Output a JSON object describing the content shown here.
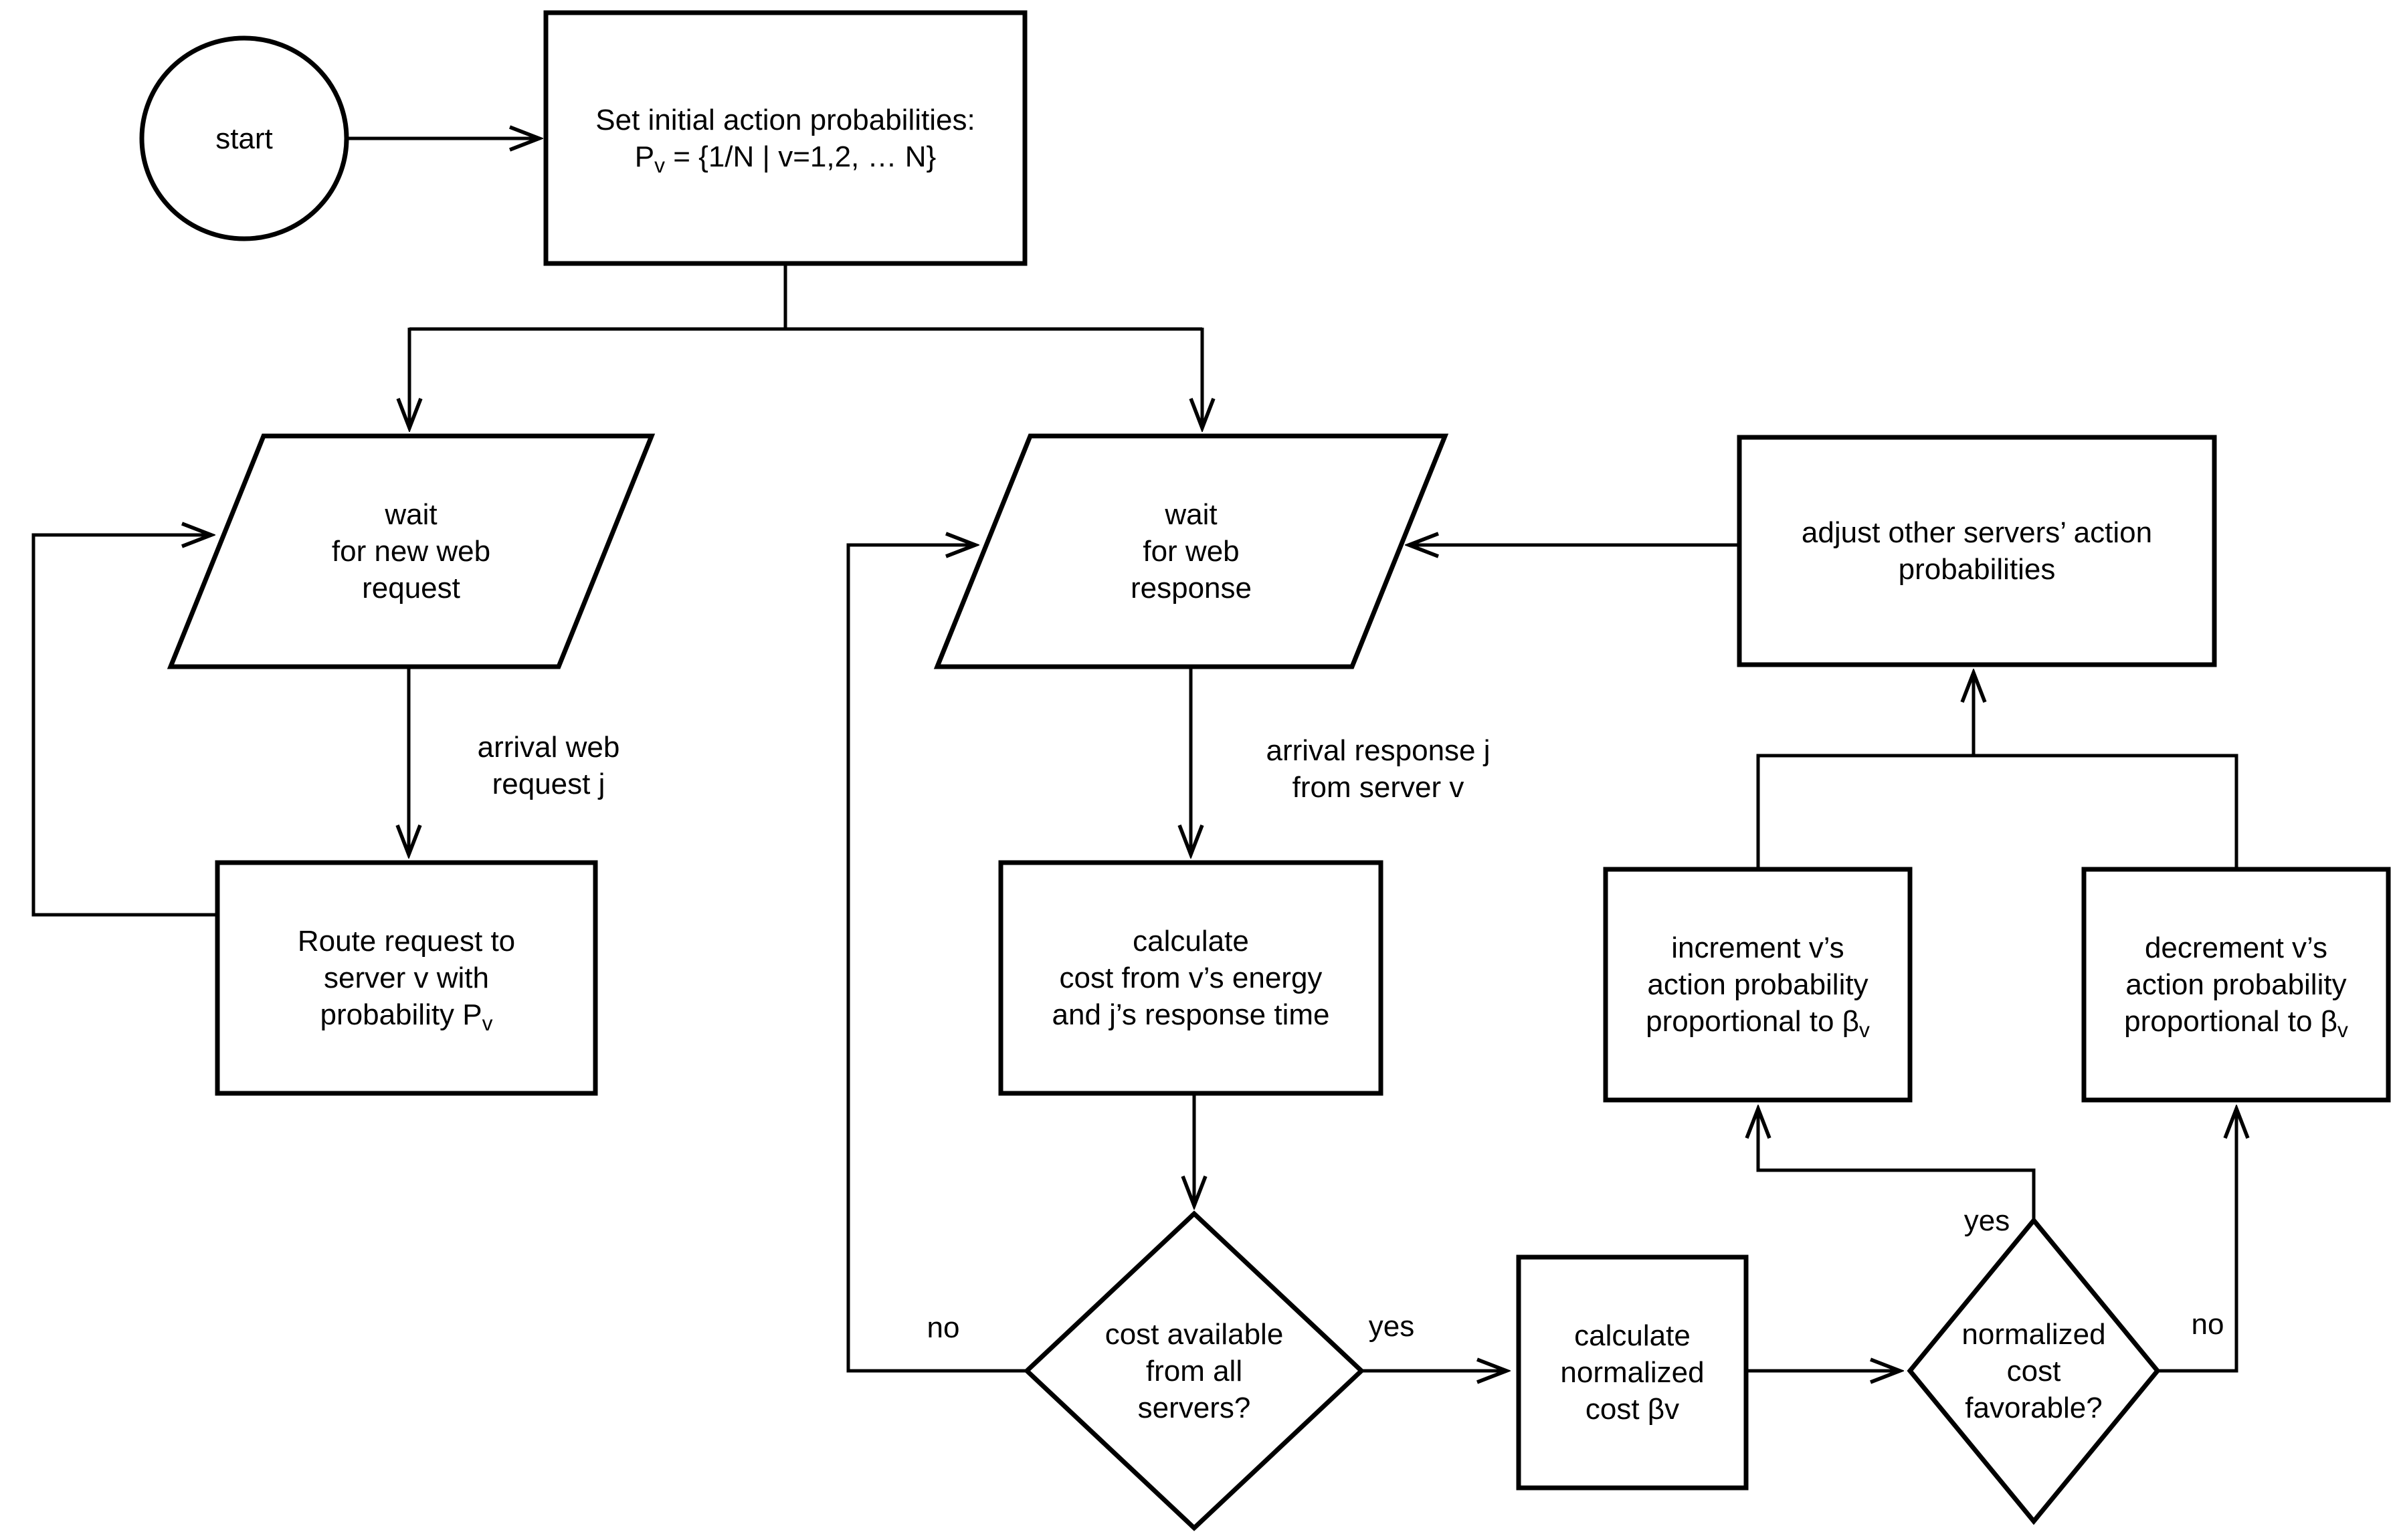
{
  "diagram": {
    "title_semantic": "web request routing / learning automaton flowchart",
    "colors": {
      "background": "#ffffff",
      "ink": "#000000"
    },
    "nodes": {
      "start": {
        "shape": "ellipse",
        "label": "start"
      },
      "init": {
        "shape": "rect",
        "lines": [
          "Set initial action probabilities:",
          "P_v = {1/N | v=1,2, … N}"
        ]
      },
      "wait_request": {
        "shape": "parallelogram",
        "lines": [
          "wait",
          "for new web",
          "request"
        ]
      },
      "wait_response": {
        "shape": "parallelogram",
        "lines": [
          "wait",
          "for web",
          "response"
        ]
      },
      "adjust_others": {
        "shape": "rect",
        "lines": [
          "adjust other servers’ action",
          "probabilities"
        ]
      },
      "route_request": {
        "shape": "rect",
        "lines": [
          "Route request to",
          "server v with",
          "probability P_v"
        ]
      },
      "calculate_cost": {
        "shape": "rect",
        "lines": [
          "calculate",
          "cost from v’s energy",
          "and j’s response time"
        ]
      },
      "increment": {
        "shape": "rect",
        "lines": [
          "increment v’s",
          "action probability",
          "proportional to β_v"
        ]
      },
      "decrement": {
        "shape": "rect",
        "lines": [
          "decrement v’s",
          "action probability",
          "proportional to β_v"
        ]
      },
      "calc_normalized": {
        "shape": "rect",
        "lines": [
          "calculate",
          "normalized",
          "cost βv"
        ]
      },
      "cost_available": {
        "shape": "diamond",
        "lines": [
          "cost available",
          "from all",
          "servers?"
        ]
      },
      "cost_favorable": {
        "shape": "diamond",
        "lines": [
          "normalized",
          "cost",
          "favorable?"
        ]
      }
    },
    "edge_labels": {
      "arrival_request": {
        "lines": [
          "arrival web",
          "request j"
        ]
      },
      "arrival_response": {
        "lines": [
          "arrival response j",
          "from server v"
        ]
      },
      "cost_available_no": "no",
      "cost_available_yes": "yes",
      "cost_favorable_yes": "yes",
      "cost_favorable_no": "no"
    }
  }
}
